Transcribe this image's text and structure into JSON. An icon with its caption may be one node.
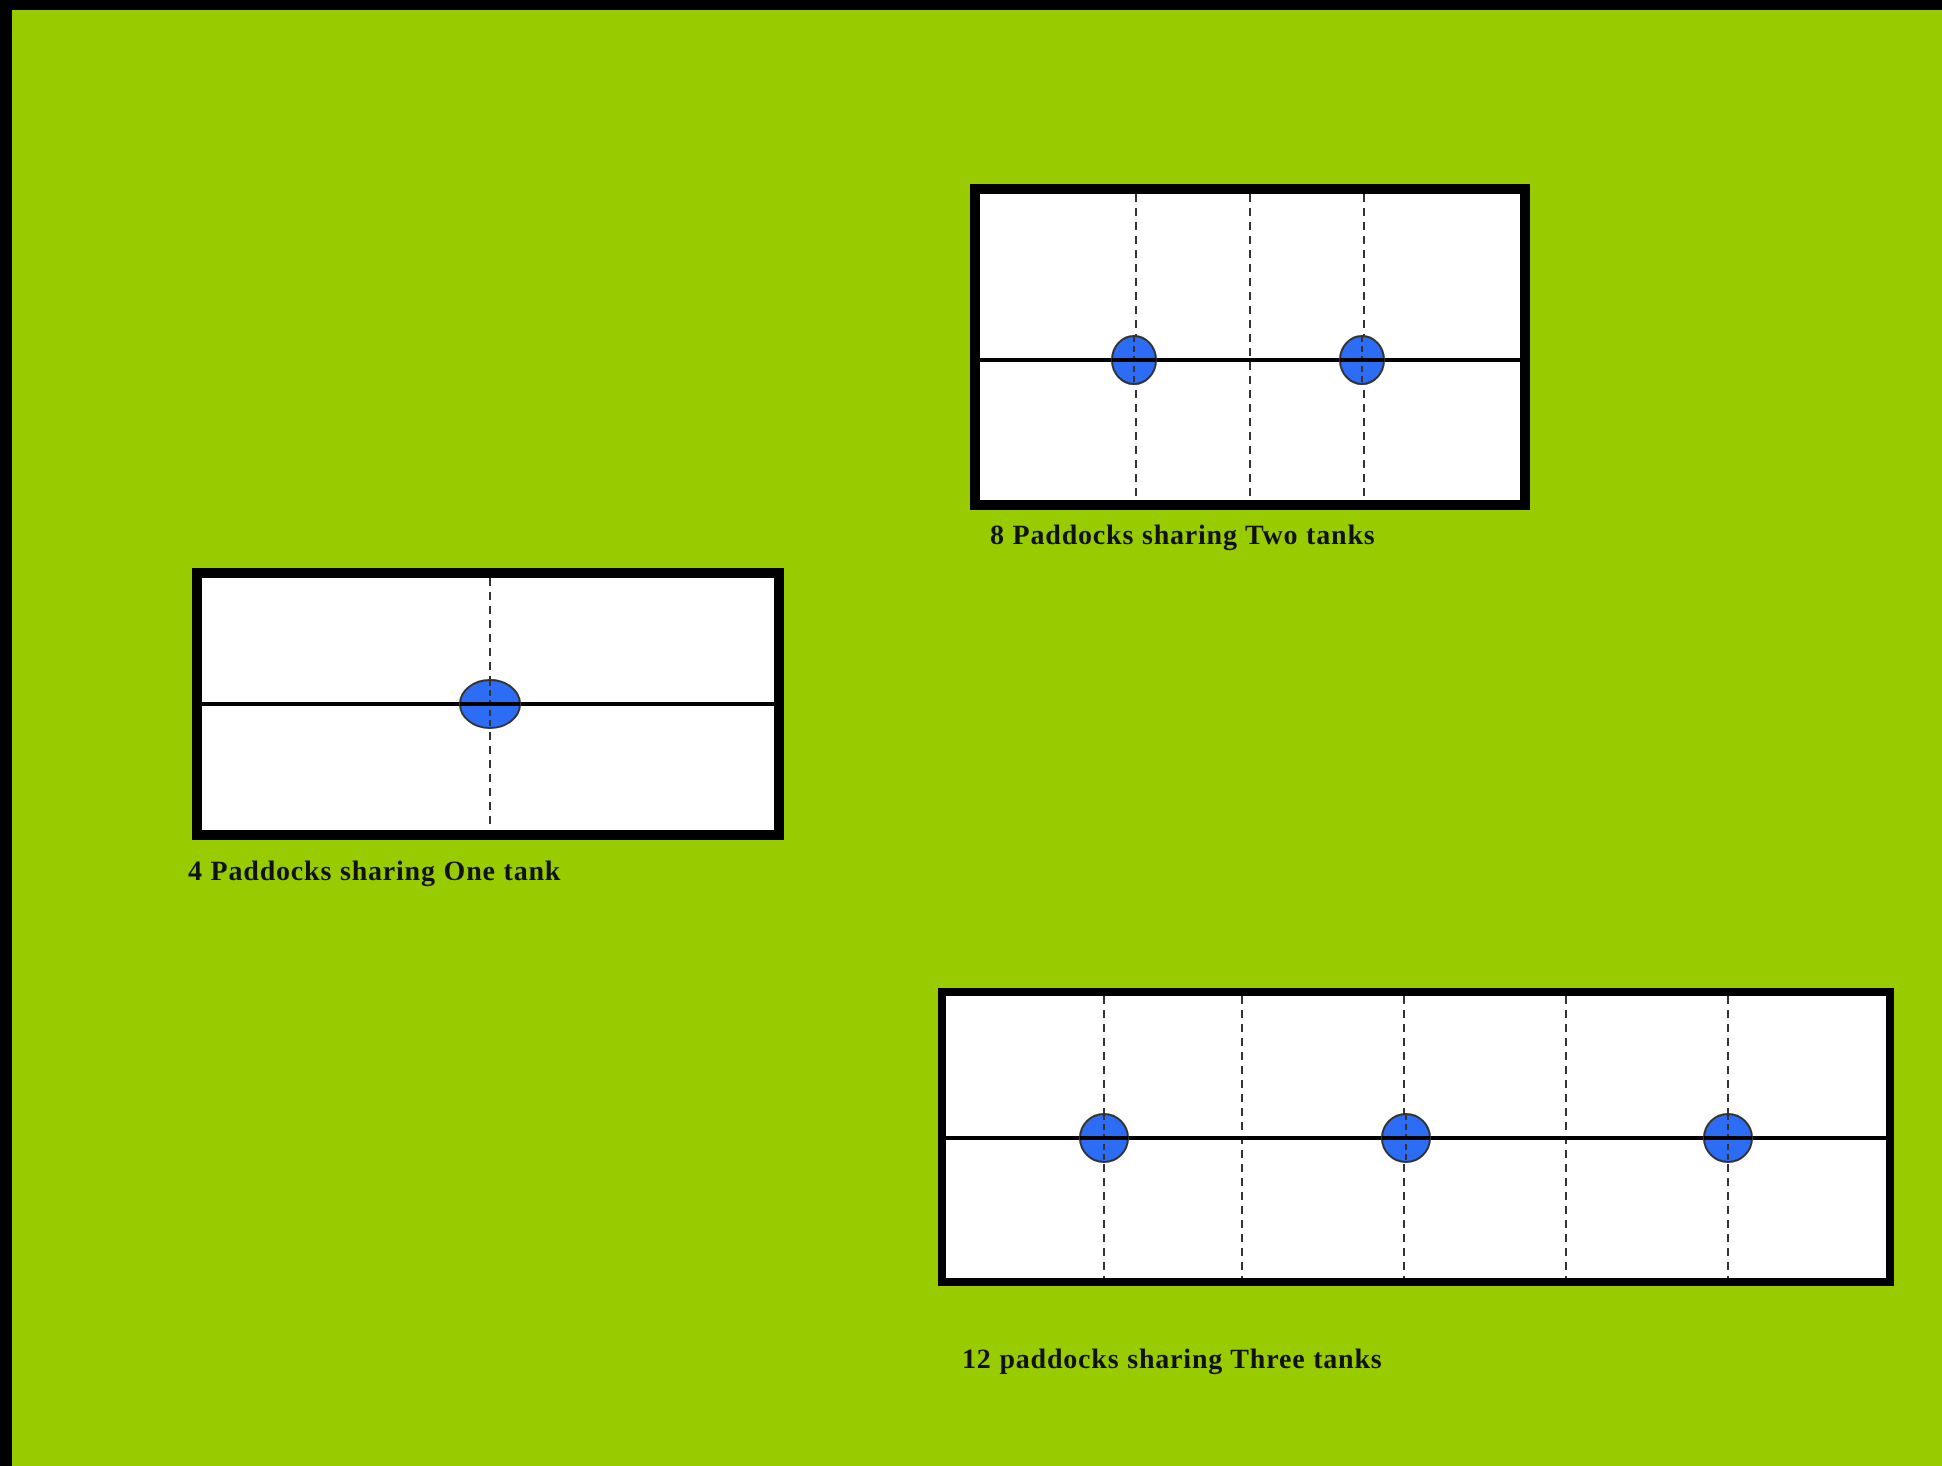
{
  "diagram": {
    "nodes": [
      {
        "text": [
          "8 Paddocks sharing Two tanks"
        ]
      },
      {
        "text": [
          "4 Paddocks sharing One tank"
        ]
      },
      {
        "text": [
          "12 paddocks sharing Three tanks"
        ]
      }
    ]
  }
}
